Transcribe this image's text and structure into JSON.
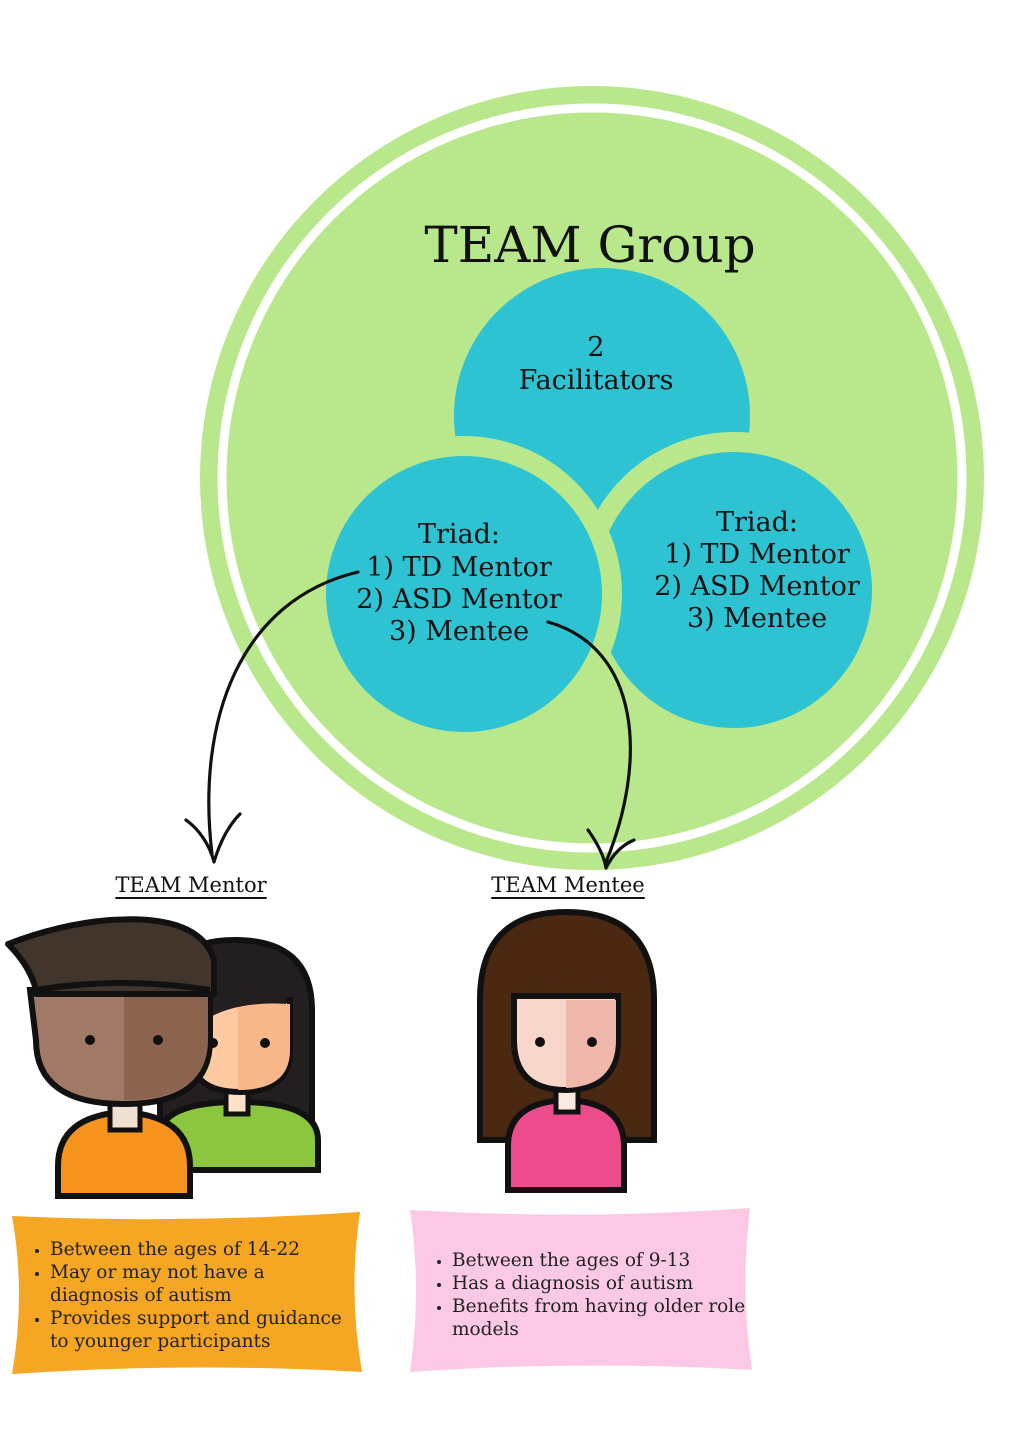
{
  "group": {
    "title": "TEAM Group",
    "facilitators": [
      "2",
      "Facilitators"
    ],
    "triad_left": [
      "Triad:",
      "1) TD Mentor",
      "2) ASD Mentor",
      "3) Mentee"
    ],
    "triad_right": [
      "Triad:",
      "1) TD Mentor",
      "2) ASD Mentor",
      "3) Mentee"
    ]
  },
  "mentor": {
    "heading": "TEAM Mentor",
    "bullets": [
      "Between the ages of 14-22",
      "May or may not have a diagnosis of autism",
      "Provides support and guidance to younger participants"
    ]
  },
  "mentee": {
    "heading": "TEAM Mentee",
    "bullets": [
      "Between the ages of 9-13",
      "Has a diagnosis of autism",
      "Benefits from having older role models"
    ]
  },
  "colors": {
    "outer_green": "#b8e88b",
    "teal": "#2ec3d2",
    "mentor_card": "#f5a623",
    "mentee_card": "#fbc9e6"
  }
}
